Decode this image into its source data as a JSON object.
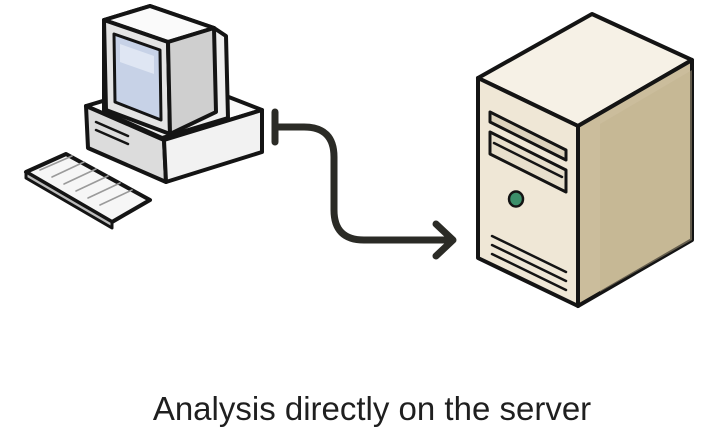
{
  "diagram": {
    "caption": "Analysis directly on the server",
    "nodes": [
      {
        "id": "client",
        "icon": "desktop-computer-icon"
      },
      {
        "id": "server",
        "icon": "tower-server-icon"
      }
    ],
    "edges": [
      {
        "from": "client",
        "to": "server",
        "style": "bar-start-arrow-end"
      }
    ],
    "colors": {
      "outline": "#141414",
      "computer_body": "#f1f1f1",
      "screen": "#c7d2e7",
      "server_body": "#efe7d6",
      "server_side": "#cbbd9c",
      "led": "#3c8f6a",
      "connector": "#2b2b26"
    }
  }
}
